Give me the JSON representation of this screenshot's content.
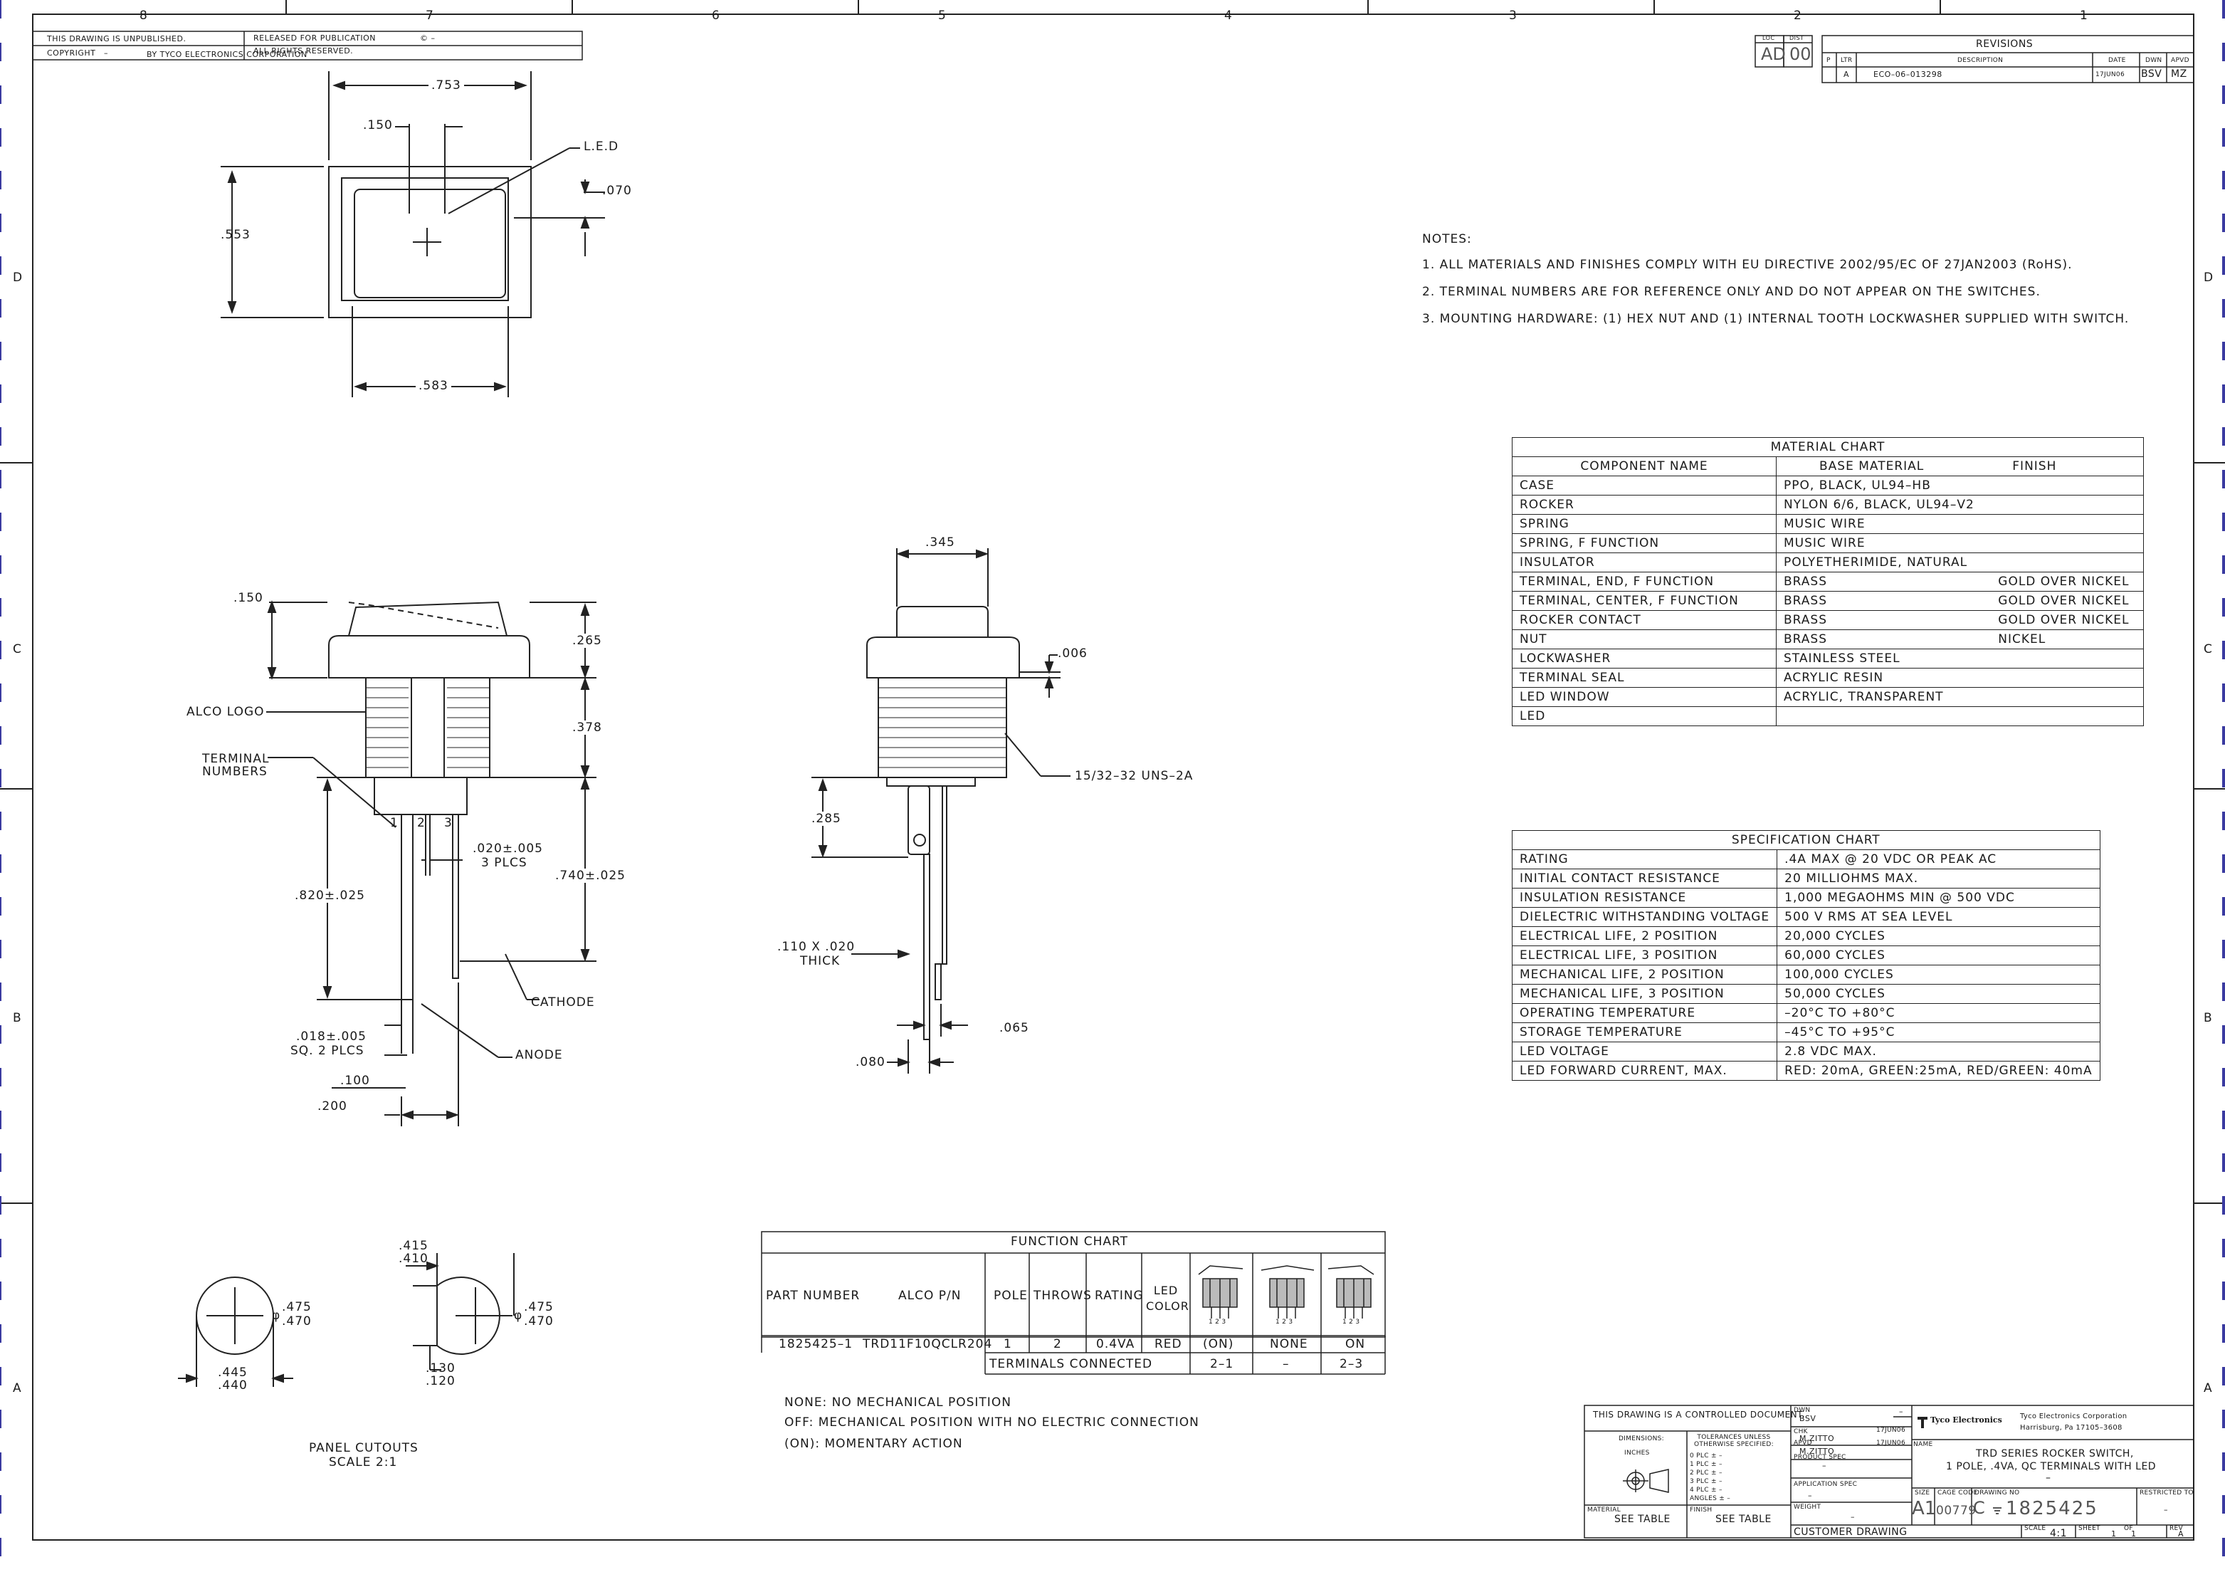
{
  "zones": {
    "top": [
      "8",
      "7",
      "6",
      "5",
      "4",
      "3",
      "2",
      "1"
    ],
    "side": [
      "D",
      "C",
      "B",
      "A"
    ]
  },
  "header_box": {
    "unpublished": "THIS DRAWING IS UNPUBLISHED.",
    "released": "RELEASED FOR PUBLICATION",
    "released_val": "© –",
    "copyright": "COPYRIGHT",
    "copyright_dash": "–",
    "by_tyco": "BY TYCO ELECTRONICS CORPORATION",
    "rights": "ALL RIGHTS RESERVED."
  },
  "revisions": {
    "loc_label": "LOC",
    "dist_label": "DIST",
    "loc": "AD",
    "dist": "00",
    "title": "REVISIONS",
    "headers": [
      "P",
      "LTR",
      "DESCRIPTION",
      "DATE",
      "DWN",
      "APVD"
    ],
    "row": [
      "",
      "A",
      "ECO–06–013298",
      "17JUN06",
      "BSV",
      "MZ"
    ]
  },
  "notes": {
    "heading": "NOTES:",
    "items": [
      "1. ALL MATERIALS AND FINISHES COMPLY WITH EU DIRECTIVE 2002/95/EC OF 27JAN2003 (RoHS).",
      "2. TERMINAL NUMBERS ARE FOR REFERENCE ONLY AND DO NOT APPEAR ON THE SWITCHES.",
      "3. MOUNTING HARDWARE: (1) HEX NUT AND (1) INTERNAL TOOTH LOCKWASHER SUPPLIED WITH SWITCH."
    ]
  },
  "material_chart": {
    "title": "MATERIAL CHART",
    "headers": [
      "COMPONENT NAME",
      "BASE MATERIAL",
      "FINISH"
    ],
    "rows": [
      [
        "CASE",
        "PPO, BLACK, UL94–HB",
        ""
      ],
      [
        "ROCKER",
        "NYLON 6/6, BLACK, UL94–V2",
        ""
      ],
      [
        "SPRING",
        "MUSIC WIRE",
        ""
      ],
      [
        "SPRING, F FUNCTION",
        "MUSIC WIRE",
        ""
      ],
      [
        "INSULATOR",
        "POLYETHERIMIDE, NATURAL",
        ""
      ],
      [
        "TERMINAL, END, F FUNCTION",
        "BRASS",
        "GOLD OVER NICKEL"
      ],
      [
        "TERMINAL, CENTER, F FUNCTION",
        "BRASS",
        "GOLD OVER NICKEL"
      ],
      [
        "ROCKER CONTACT",
        "BRASS",
        "GOLD OVER NICKEL"
      ],
      [
        "NUT",
        "BRASS",
        "NICKEL"
      ],
      [
        "LOCKWASHER",
        "STAINLESS STEEL",
        ""
      ],
      [
        "TERMINAL SEAL",
        "ACRYLIC RESIN",
        ""
      ],
      [
        "LED WINDOW",
        "ACRYLIC, TRANSPARENT",
        ""
      ],
      [
        "LED",
        "",
        ""
      ]
    ]
  },
  "spec_chart": {
    "title": "SPECIFICATION CHART",
    "rows": [
      [
        "RATING",
        ".4A MAX @ 20 VDC OR PEAK AC"
      ],
      [
        "INITIAL CONTACT RESISTANCE",
        "20 MILLIOHMS MAX."
      ],
      [
        "INSULATION RESISTANCE",
        "1,000 MEGAOHMS MIN @ 500 VDC"
      ],
      [
        "DIELECTRIC WITHSTANDING VOLTAGE",
        "500 V RMS AT SEA LEVEL"
      ],
      [
        "ELECTRICAL LIFE, 2 POSITION",
        "20,000 CYCLES"
      ],
      [
        "ELECTRICAL LIFE, 3 POSITION",
        "60,000 CYCLES"
      ],
      [
        "MECHANICAL LIFE, 2 POSITION",
        "100,000 CYCLES"
      ],
      [
        "MECHANICAL LIFE, 3 POSITION",
        "50,000 CYCLES"
      ],
      [
        "OPERATING TEMPERATURE",
        "–20°C TO +80°C"
      ],
      [
        "STORAGE TEMPERATURE",
        "–45°C TO +95°C"
      ],
      [
        "LED VOLTAGE",
        "2.8 VDC MAX."
      ],
      [
        "LED FORWARD CURRENT, MAX.",
        "RED: 20mA, GREEN:25mA, RED/GREEN: 40mA"
      ]
    ]
  },
  "function_chart": {
    "title": "FUNCTION CHART",
    "headers": {
      "part_number": "PART NUMBER",
      "alco_pn": "ALCO P/N",
      "pole": "POLE",
      "throws": "THROWS",
      "rating": "RATING",
      "led_color": "LED COLOR"
    },
    "row": {
      "part_number": "1825425–1",
      "alco_pn": "TRD11F10QCLR204",
      "pole": "1",
      "throws": "2",
      "rating": "0.4VA",
      "led_color": "RED",
      "pos1": "(ON)",
      "pos2": "NONE",
      "pos3": "ON"
    },
    "terminals_label": "TERMINALS CONNECTED",
    "terminals": [
      "2–1",
      "–",
      "2–3"
    ],
    "pin_numbers": "1 2 3"
  },
  "legend": [
    "NONE: NO MECHANICAL POSITION",
    "OFF: MECHANICAL POSITION WITH NO ELECTRIC CONNECTION",
    "(ON): MOMENTARY ACTION"
  ],
  "dims": {
    "top_width": ".753",
    "top_150": ".150",
    "led": "L.E.D",
    "top_070": ".070",
    "top_553": ".553",
    "top_583": ".583",
    "side_150": ".150",
    "side_265": ".265",
    "side_378": ".378",
    "side_740": ".740±.025",
    "side_820": ".820±.025",
    "side_020": ".020±.005",
    "side_020b": "3 PLCS",
    "side_018": ".018±.005",
    "side_018b": "SQ. 2 PLCS",
    "side_100": ".100",
    "side_200": ".200",
    "alco_logo": "ALCO LOGO",
    "terminal_numbers_1": "TERMINAL",
    "terminal_numbers_2": "NUMBERS",
    "cathode": "CATHODE",
    "anode": "ANODE",
    "term_1": "1",
    "term_2": "2",
    "term_3": "3",
    "end_345": ".345",
    "end_006": ".006",
    "end_thread": "15/32–32 UNS–2A",
    "end_285": ".285",
    "end_110": ".110 X .020",
    "end_110b": "THICK",
    "end_065": ".065",
    "end_080": ".080"
  },
  "cutouts": {
    "c1_475": ".475",
    "c1_470": ".470",
    "c1_445": ".445",
    "c1_440": ".440",
    "c2_415": ".415",
    "c2_410": ".410",
    "c2_475": ".475",
    "c2_470": ".470",
    "c2_130": ".130",
    "c2_120": ".120",
    "diameter_sym": "φ",
    "caption1": "PANEL CUTOUTS",
    "caption2": "SCALE 2:1"
  },
  "title_block": {
    "controlled": "THIS DRAWING IS A CONTROLLED DOCUMENT.",
    "dimensions": "DIMENSIONS:",
    "inches": "INCHES",
    "tolerances": "TOLERANCES UNLESS OTHERWISE SPECIFIED:",
    "tol_lines": [
      "0 PLC   ± –",
      "1 PLC   ± –",
      "2 PLC   ± –",
      "3 PLC   ± –",
      "4 PLC   ± –",
      "ANGLES   ± –"
    ],
    "material_label": "MATERIAL",
    "material_val": "SEE TABLE",
    "finish_label": "FINISH",
    "finish_val": "SEE TABLE",
    "dwn_label": "DWN",
    "dwn_name": "BSV",
    "dwn_dash": "–",
    "chk_label": "CHK",
    "chk_name": "M.ZITTO",
    "chk_date": "17JUN06",
    "apvd_label": "APVD",
    "apvd_name": "M.ZITTO",
    "apvd_date": "17JUN06",
    "product_spec": "PRODUCT SPEC",
    "product_spec_val": "–",
    "application_spec": "APPLICATION SPEC",
    "application_spec_val": "–",
    "weight_label": "WEIGHT",
    "weight_val": "–",
    "company_logo": "Tyco Electronics",
    "company_name": "Tyco Electronics Corporation",
    "company_addr": "Harrisburg, Pa 17105–3608",
    "name_label": "NAME",
    "title_line1": "TRD SERIES ROCKER SWITCH,",
    "title_line2": "1 POLE, .4VA, QC TERMINALS WITH LED",
    "title_line3": "–",
    "size_label": "SIZE",
    "size_val": "A1",
    "cage_label": "CAGE CODE",
    "cage_val": "00779",
    "drawing_no_label": "DRAWING NO",
    "drawing_no_prefix": "C",
    "drawing_no": "1825425",
    "restricted_label": "RESTRICTED TO",
    "restricted_val": "–",
    "customer_drawing": "CUSTOMER DRAWING",
    "scale_label": "SCALE",
    "scale_val": "4:1",
    "sheet_label": "SHEET",
    "sheet_val": "1",
    "of_label": "OF",
    "of_val": "1",
    "rev_label": "REV",
    "rev_val": "A"
  }
}
